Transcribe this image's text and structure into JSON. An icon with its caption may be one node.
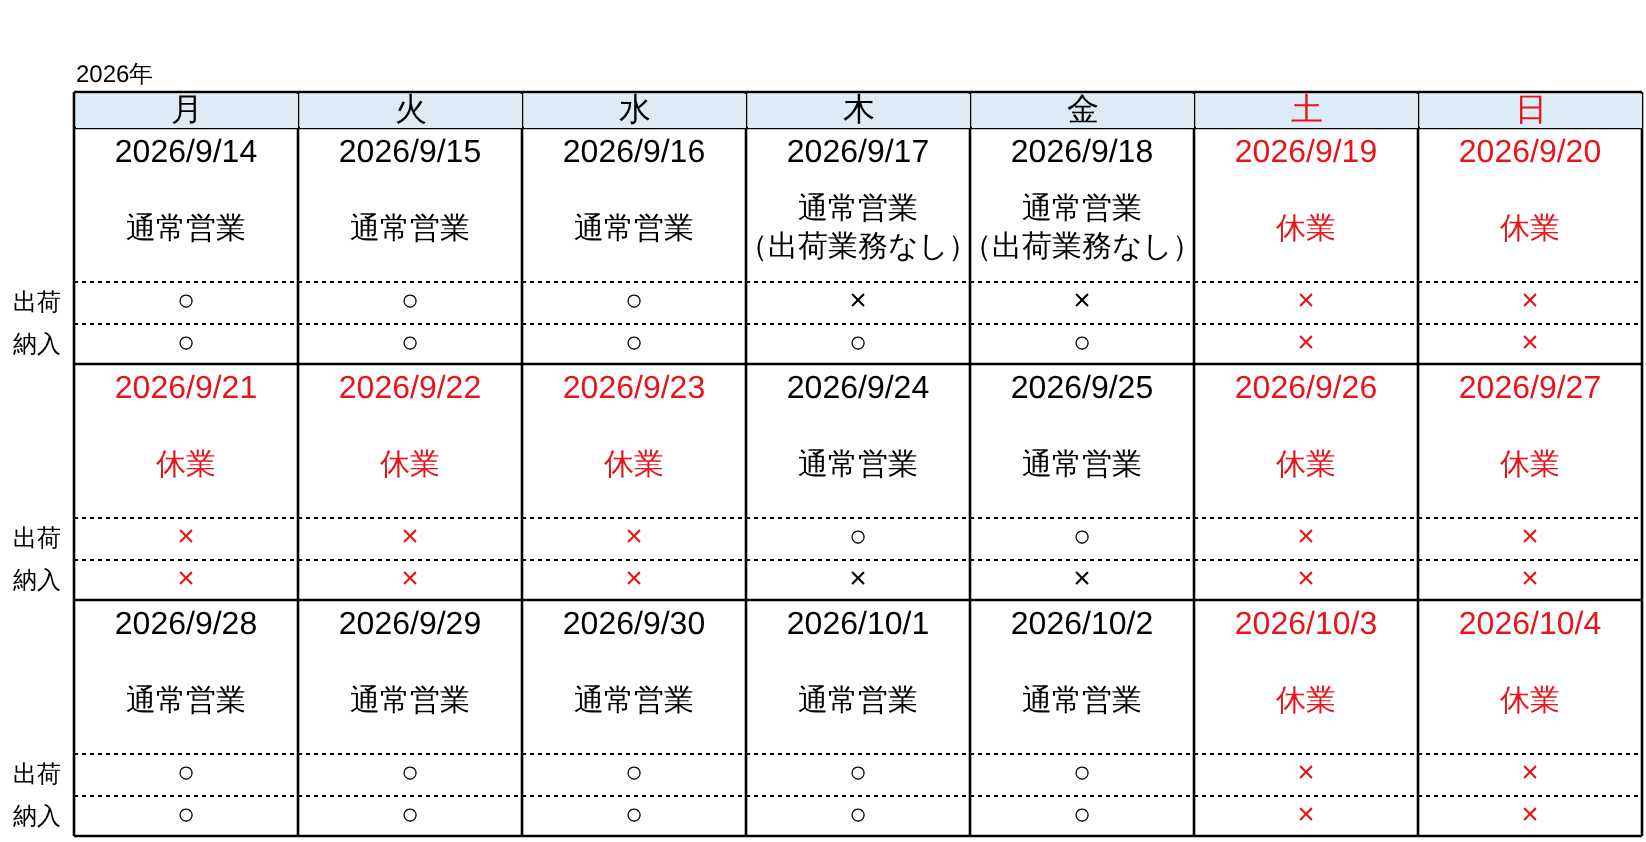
{
  "diagram": {
    "labels": [
      "2026年",
      "月",
      "火",
      "水",
      "木",
      "金",
      "土",
      "日",
      "2026/9/14",
      "2026/9/15",
      "2026/9/16",
      "2026/9/17",
      "2026/9/18",
      "2026/9/19",
      "2026/9/20",
      "通常営業",
      "通常営業",
      "通常営業",
      "通常営業（出荷業務なし）",
      "通常営業（出荷業務なし）",
      "休業",
      "休業",
      "出荷",
      "○",
      "○",
      "○",
      "×",
      "×",
      "×",
      "×",
      "納入",
      "○",
      "○",
      "○",
      "○",
      "○",
      "×",
      "×",
      "2026/9/21",
      "2026/9/22",
      "2026/9/23",
      "2026/9/24",
      "2026/9/25",
      "2026/9/26",
      "2026/9/27",
      "休業",
      "休業",
      "休業",
      "通常営業",
      "通常営業",
      "休業",
      "休業",
      "出荷",
      "×",
      "×",
      "×",
      "○",
      "○",
      "×",
      "×",
      "納入",
      "×",
      "×",
      "×",
      "×",
      "×",
      "×",
      "×",
      "2026/9/28",
      "2026/9/29",
      "2026/9/30",
      "2026/10/1",
      "2026/10/2",
      "2026/10/3",
      "2026/10/4",
      "通常営業",
      "通常営業",
      "通常営業",
      "通常営業",
      "通常営業",
      "休業",
      "休業",
      "出荷",
      "○",
      "○",
      "○",
      "○",
      "○",
      "×",
      "×",
      "納入",
      "○",
      "○",
      "○",
      "○",
      "○",
      "×",
      "×"
    ]
  }
}
